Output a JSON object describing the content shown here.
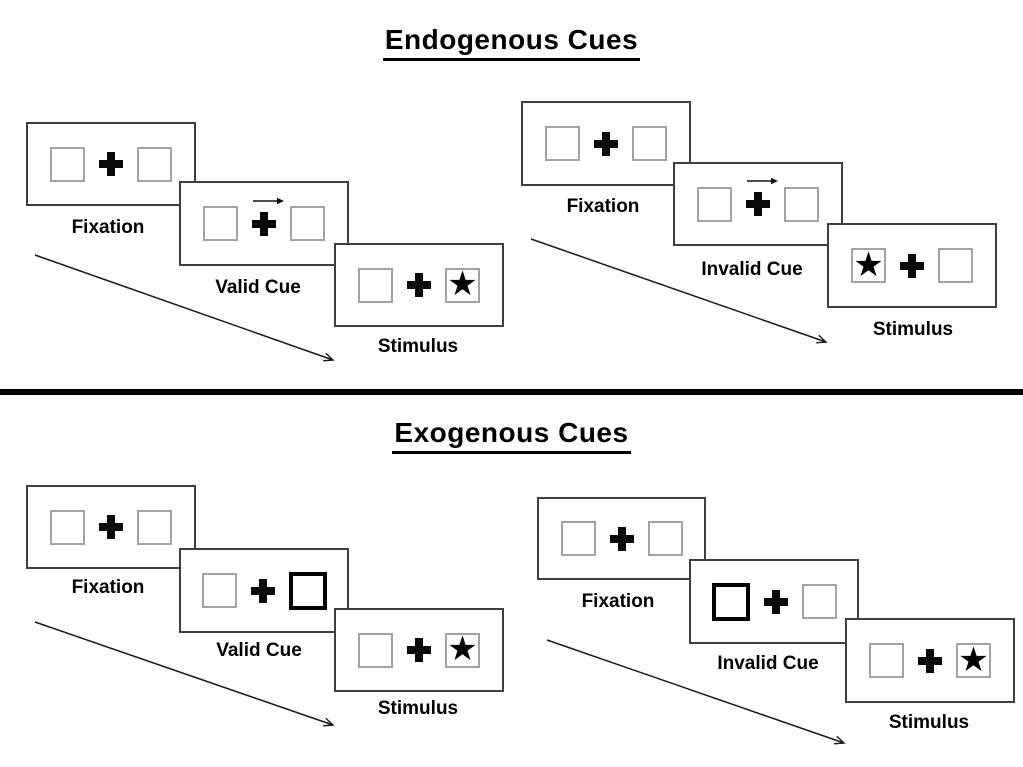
{
  "titles": {
    "endogenous": "Endogenous Cues",
    "exogenous": "Exogenous Cues"
  },
  "glyphs": {
    "star": "★",
    "cue_arrow_direction": "right"
  },
  "colors": {
    "ink": "#000000",
    "panel_border": "#3f3f3f",
    "box_border": "#a3a3a3",
    "bold_cue_box_border": "#000000",
    "background": "#ffffff"
  },
  "trials": {
    "endogenous_valid": {
      "panels": [
        {
          "label": "Fixation",
          "content": "two empty boxes with central cross"
        },
        {
          "label": "Valid Cue",
          "content": "right-pointing arrow above central cross",
          "cue": "arrow-right"
        },
        {
          "label": "Stimulus",
          "content": "star in right box",
          "star_position": "right"
        }
      ]
    },
    "endogenous_invalid": {
      "panels": [
        {
          "label": "Fixation",
          "content": "two empty boxes with central cross"
        },
        {
          "label": "Invalid Cue",
          "content": "right-pointing arrow above central cross",
          "cue": "arrow-right"
        },
        {
          "label": "Stimulus",
          "content": "star in left box",
          "star_position": "left"
        }
      ]
    },
    "exogenous_valid": {
      "panels": [
        {
          "label": "Fixation",
          "content": "two empty boxes with central cross"
        },
        {
          "label": "Valid Cue",
          "content": "right box highlighted bold",
          "cue": "bold-box-right"
        },
        {
          "label": "Stimulus",
          "content": "star in right box",
          "star_position": "right"
        }
      ]
    },
    "exogenous_invalid": {
      "panels": [
        {
          "label": "Fixation",
          "content": "two empty boxes with central cross"
        },
        {
          "label": "Invalid Cue",
          "content": "left box highlighted bold",
          "cue": "bold-box-left"
        },
        {
          "label": "Stimulus",
          "content": "star in right box",
          "star_position": "right"
        }
      ]
    }
  }
}
